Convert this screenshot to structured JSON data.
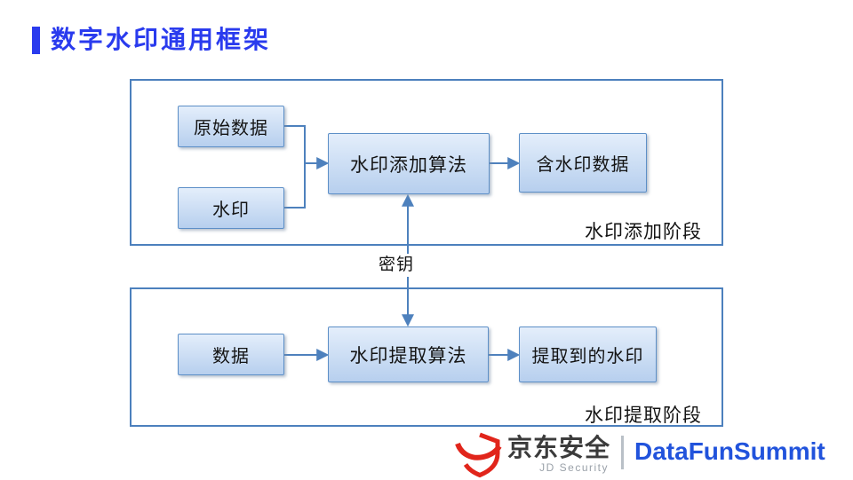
{
  "slide": {
    "title": "数字水印通用框架"
  },
  "diagram": {
    "stage_add": {
      "label": "水印添加阶段",
      "original_data": "原始数据",
      "watermark": "水印",
      "algorithm": "水印添加算法",
      "output": "含水印数据"
    },
    "key": "密钥",
    "stage_extract": {
      "label": "水印提取阶段",
      "input": "数据",
      "algorithm": "水印提取算法",
      "output": "提取到的水印"
    }
  },
  "footer": {
    "brand_cn": "京东安全",
    "brand_en": "JD Security",
    "summit": "DataFunSummit"
  },
  "colors": {
    "accent": "#2a3bee",
    "frame": "#4c80bd",
    "connector": "#4e81bd",
    "node-border": "#5d8fc7",
    "jd-red": "#e1251b",
    "summit-blue": "#2153dc",
    "brand-dark": "#3b3b3b",
    "brand-gray": "#9aa1a9"
  }
}
